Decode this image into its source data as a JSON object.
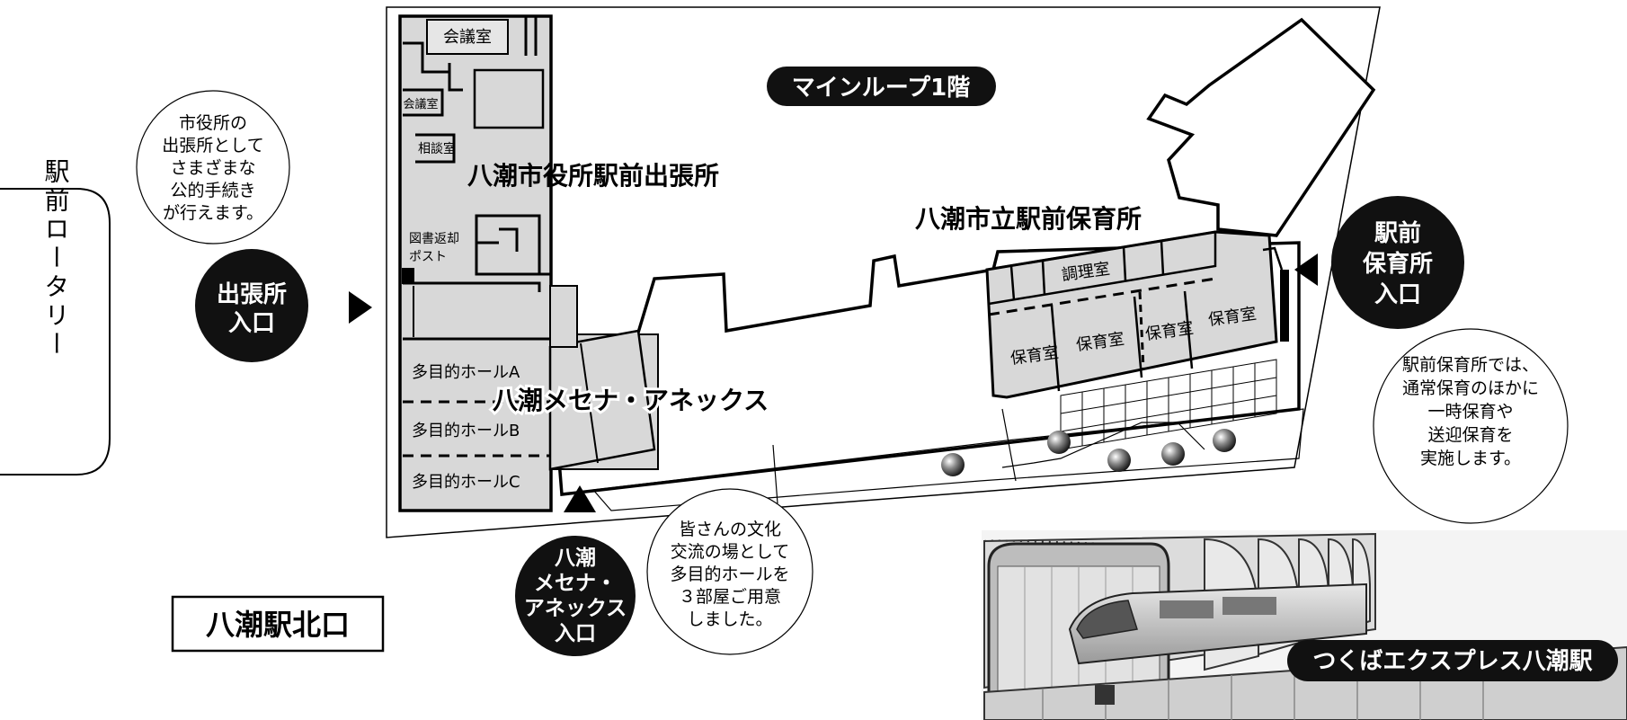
{
  "loop_title": "マインループ1階",
  "rotary": "駅前ロータリー",
  "station_exit": "八潮駅北口",
  "tx_station": "つくばエクスプレス八潮駅",
  "city_office": {
    "name": "八潮市役所駅前出張所",
    "rooms": {
      "meeting1": "会議室",
      "meeting2": "会議室",
      "consult": "相談室",
      "book_return_1": "図書返却",
      "book_return_2": "ポスト"
    },
    "entrance_1": "出張所",
    "entrance_2": "入口",
    "note": [
      "市役所の",
      "出張所として",
      "さまざまな",
      "公的手続き",
      "が行えます。"
    ]
  },
  "annex": {
    "name": "八潮メセナ・アネックス",
    "halls": [
      "多目的ホールA",
      "多目的ホールB",
      "多目的ホールC"
    ],
    "entrance": [
      "八潮",
      "メセナ・",
      "アネックス",
      "入口"
    ],
    "note": [
      "皆さんの文化",
      "交流の場として",
      "多目的ホールを",
      "３部屋ご用意",
      "しました。"
    ]
  },
  "nursery": {
    "name": "八潮市立駅前保育所",
    "rooms": {
      "kitchen": "調理室",
      "care1": "保育室",
      "care2": "保育室",
      "care3": "保育室",
      "care4": "保育室"
    },
    "entrance": [
      "駅前",
      "保育所",
      "入口"
    ],
    "note": [
      "駅前保育所では、",
      "通常保育のほかに",
      "一時保育や",
      "送迎保育を",
      "実施します。"
    ]
  }
}
